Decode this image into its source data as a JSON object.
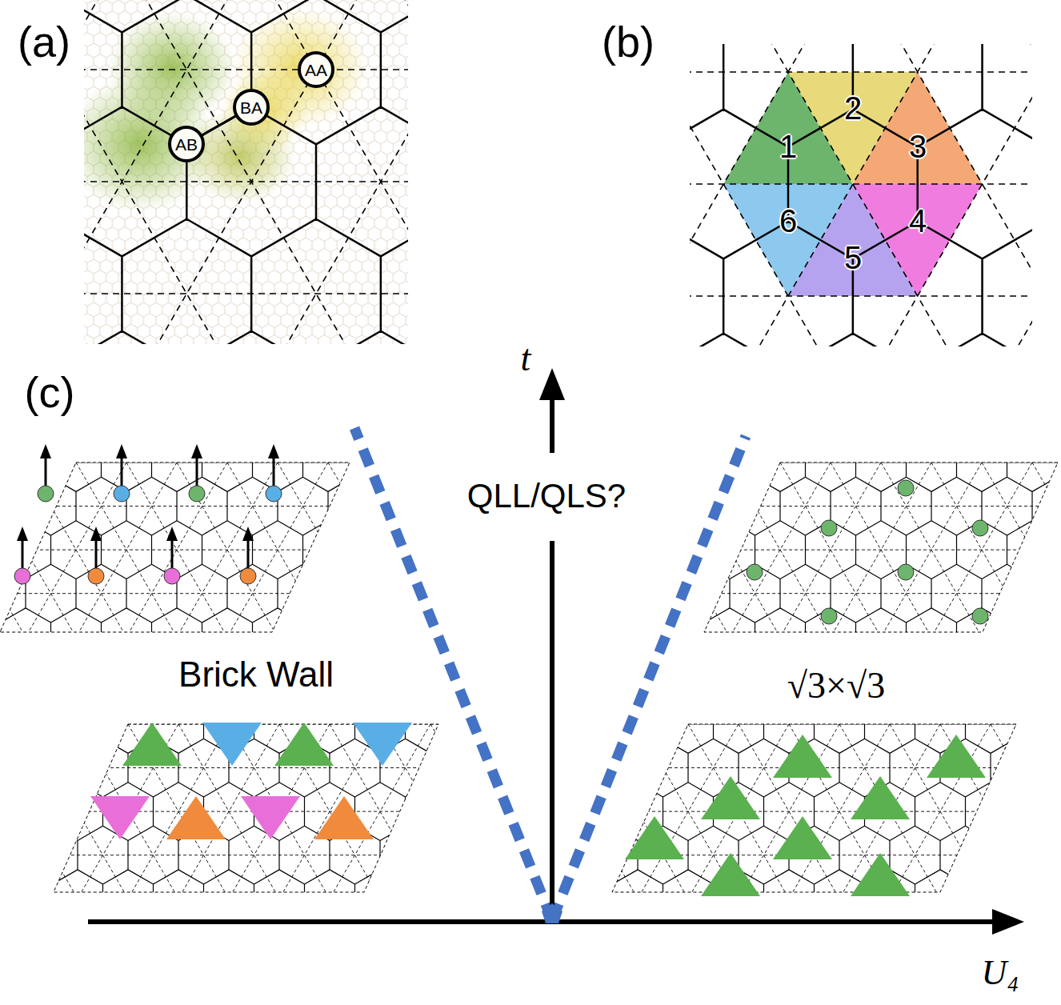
{
  "diagram": {
    "nodes": [
      {
        "text": [
          "AA"
        ]
      },
      {
        "text": [
          "BA"
        ]
      },
      {
        "text": [
          "AB"
        ]
      }
    ],
    "edges": [
      {
        "from": 2,
        "to": 1,
        "arrow": "none"
      }
    ],
    "labels": [
      "(a)",
      "(b)",
      "1",
      "2",
      "3",
      "4",
      "5",
      "6",
      "t",
      "(c)",
      "QLL/QLS?",
      "Brick Wall",
      "√3×√3",
      "U₄"
    ]
  }
}
